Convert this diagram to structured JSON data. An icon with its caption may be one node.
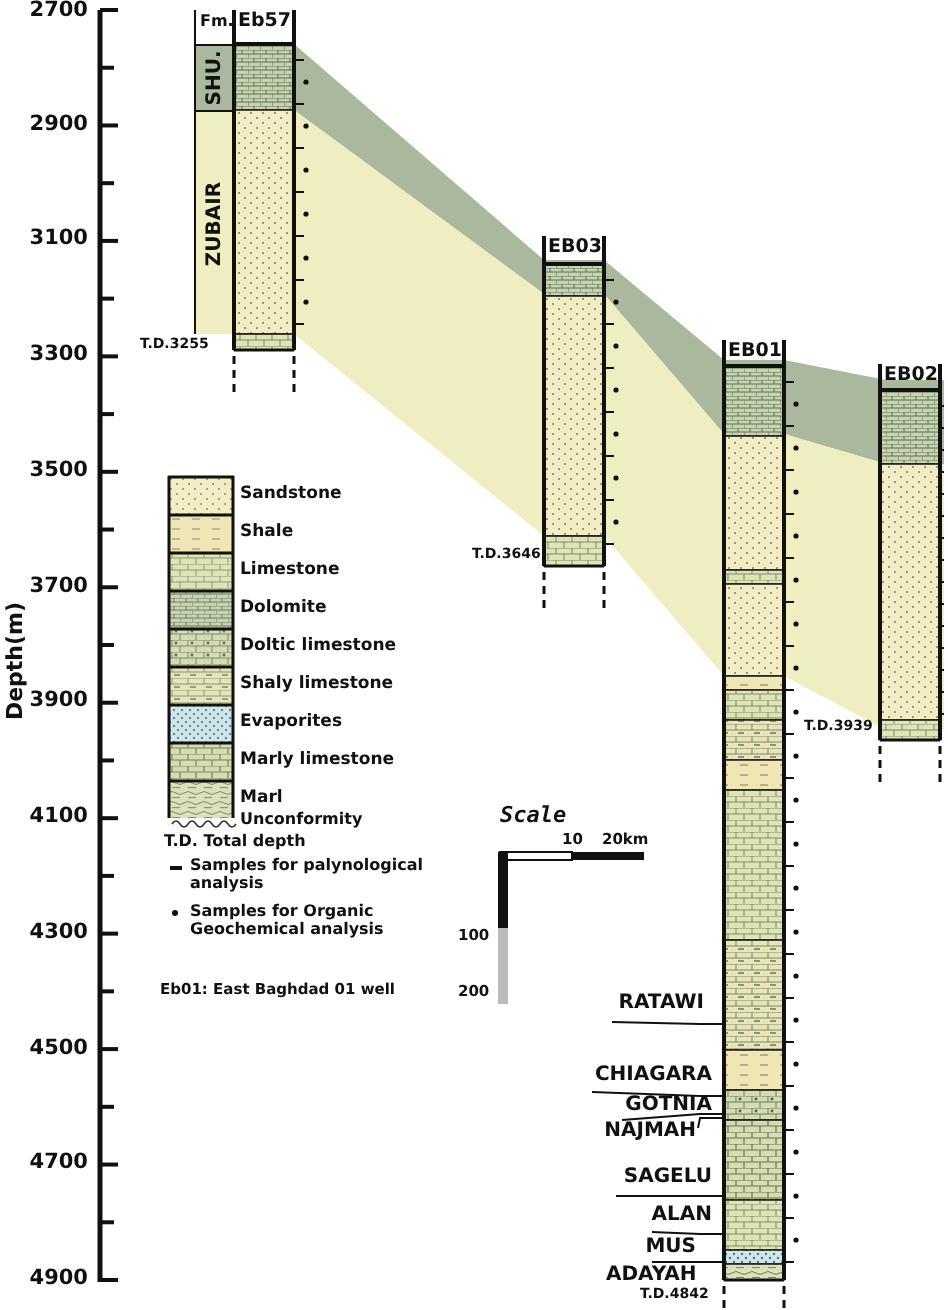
{
  "diagram": {
    "nodes": [
      {
        "text": [
          "Fm."
        ]
      },
      {
        "text": [
          "SHU."
        ],
        "in": 0
      },
      {
        "text": [
          "ZUBAIR"
        ],
        "in": 0
      },
      {
        "text": [
          "Eb57"
        ]
      },
      {
        "text": [
          "EB03"
        ],
        "beside": [
          "T.D.3646"
        ]
      },
      {
        "text": [
          "EB01"
        ],
        "beside": [
          "T.D.4842"
        ]
      },
      {
        "text": [
          "EB02"
        ],
        "beside": [
          "T.D.3939"
        ]
      },
      {
        "text": [
          "RATAWI"
        ]
      },
      {
        "text": [
          "CHIAGARA"
        ]
      },
      {
        "text": [
          "GOTNIA"
        ]
      },
      {
        "text": [
          "NAJMAH"
        ]
      },
      {
        "text": [
          "SAGELU"
        ]
      },
      {
        "text": [
          "ALAN"
        ]
      },
      {
        "text": [
          "MUS"
        ]
      }
    ],
    "edges": [
      {
        "from": 7,
        "to": 5,
        "arrow": "none"
      },
      {
        "from": 8,
        "to": 5,
        "arrow": "none"
      },
      {
        "from": 9,
        "to": 5,
        "arrow": "none"
      },
      {
        "from": 10,
        "to": 5,
        "arrow": "none"
      },
      {
        "from": 11,
        "to": 5,
        "arrow": "none"
      },
      {
        "from": 12,
        "to": 5,
        "arrow": "none"
      },
      {
        "from": 13,
        "to": 5,
        "arrow": "none"
      }
    ],
    "labels": [
      "T.D.3255",
      "2700",
      "2900",
      "3100",
      "3300",
      "3500",
      "3700",
      "3900",
      "4100",
      "4300",
      "4500",
      "4700",
      "4900",
      "Depth(m)",
      "T.D. Total depth",
      "Eb01: East Baghdad 01 well",
      "Scale",
      "10",
      "20km",
      "100",
      "200",
      "ADAYAH"
    ],
    "legend": [
      {
        "text": "Sandstone",
        "color": "#f2edc2"
      },
      {
        "text": "Shale",
        "color": "#efe6b4"
      },
      {
        "text": "Limestone",
        "color": "#dfe4b8"
      },
      {
        "text": "Dolomite",
        "color": "#c6d2b0"
      },
      {
        "text": "Doltic limestone",
        "color": "#d3dab4"
      },
      {
        "text": "Shaly limestone",
        "color": "#e6e4b8"
      },
      {
        "text": "Evaporites",
        "color": "#d2e6ea"
      },
      {
        "text": "Marly limestone",
        "color": "#d6dbb0"
      },
      {
        "text": "Marl",
        "color": "#dae0b9"
      },
      {
        "text": "Unconformity"
      },
      {
        "text": "Samples for palynological analysis"
      },
      {
        "text": "Samples for Organic Geochemical analysis"
      }
    ]
  }
}
